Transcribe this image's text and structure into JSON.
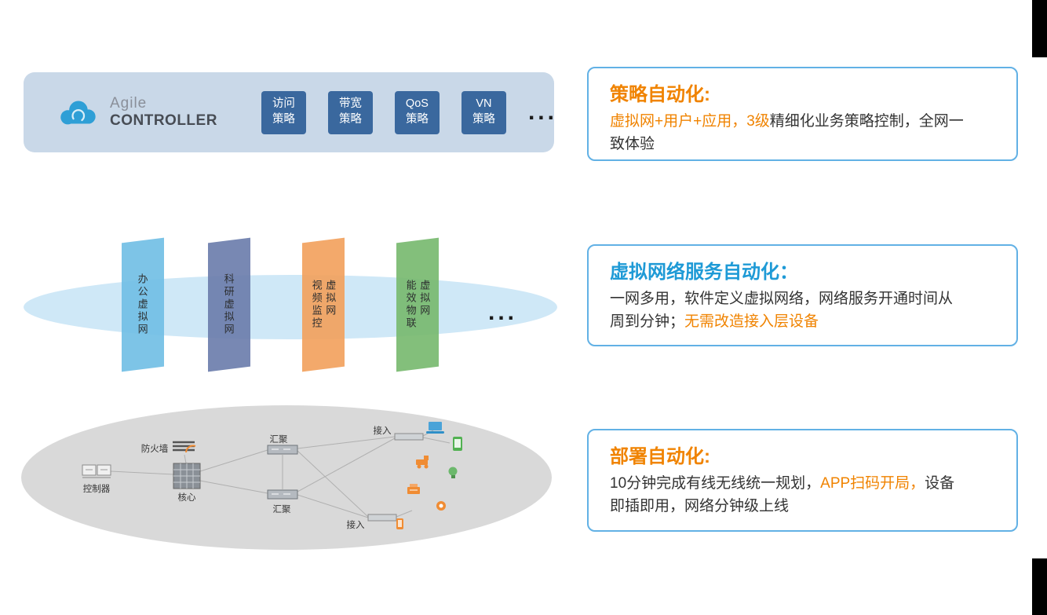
{
  "colors": {
    "accent_orange": "#f08300",
    "accent_blue": "#1e9ad6",
    "callout_border": "#62b1e5",
    "controller_bar_bg": "#c9d8e8",
    "policy_chip_bg": "#3a689e",
    "vn_ellipse_bg": "#cfe8f7",
    "infra_ellipse_bg": "#d9d9d9",
    "panel_colors": [
      "#72bfe6",
      "#6d7ead",
      "#f2a25f",
      "#79ba70"
    ]
  },
  "controller": {
    "brand_top": "Agile",
    "brand_bottom": "CONTROLLER",
    "policies": [
      {
        "line1": "访问",
        "line2": "策略"
      },
      {
        "line1": "带宽",
        "line2": "策略"
      },
      {
        "line1": "QoS",
        "line2": "策略"
      },
      {
        "line1": "VN",
        "line2": "策略"
      }
    ],
    "ellipsis": "..."
  },
  "virtual_networks": {
    "panels": [
      {
        "lines": [
          "办公虚拟网"
        ]
      },
      {
        "lines": [
          "科研虚拟网"
        ]
      },
      {
        "lines": [
          "视频监控",
          "虚拟网"
        ]
      },
      {
        "lines": [
          "能效物联",
          "虚拟网"
        ]
      }
    ],
    "ellipsis": "..."
  },
  "topology": {
    "labels": {
      "controller": "控制器",
      "firewall": "防火墙",
      "core": "核心",
      "aggregation_top": "汇聚",
      "aggregation_bottom": "汇聚",
      "access_top": "接入",
      "access_bottom": "接入"
    }
  },
  "callouts": [
    {
      "title": "策略自动化:",
      "body": [
        {
          "text": "虚拟网+用户+应用，3级",
          "style": "orange"
        },
        {
          "text": "精细化业务策略控制，全网一致体验",
          "style": "normal"
        }
      ]
    },
    {
      "title": "虚拟网络服务自动化：",
      "body": [
        {
          "text": "一网多用，软件定义虚拟网络，网络服务开通时间从周到分钟；",
          "style": "normal"
        },
        {
          "text": "无需改造接入层设备",
          "style": "orange"
        }
      ]
    },
    {
      "title": "部署自动化:",
      "body": [
        {
          "text": "10分钟完成有线无线统一规划，",
          "style": "normal"
        },
        {
          "text": "APP扫码开局，",
          "style": "orange"
        },
        {
          "text": "设备即插即用，网络分钟级上线",
          "style": "normal"
        }
      ]
    }
  ]
}
